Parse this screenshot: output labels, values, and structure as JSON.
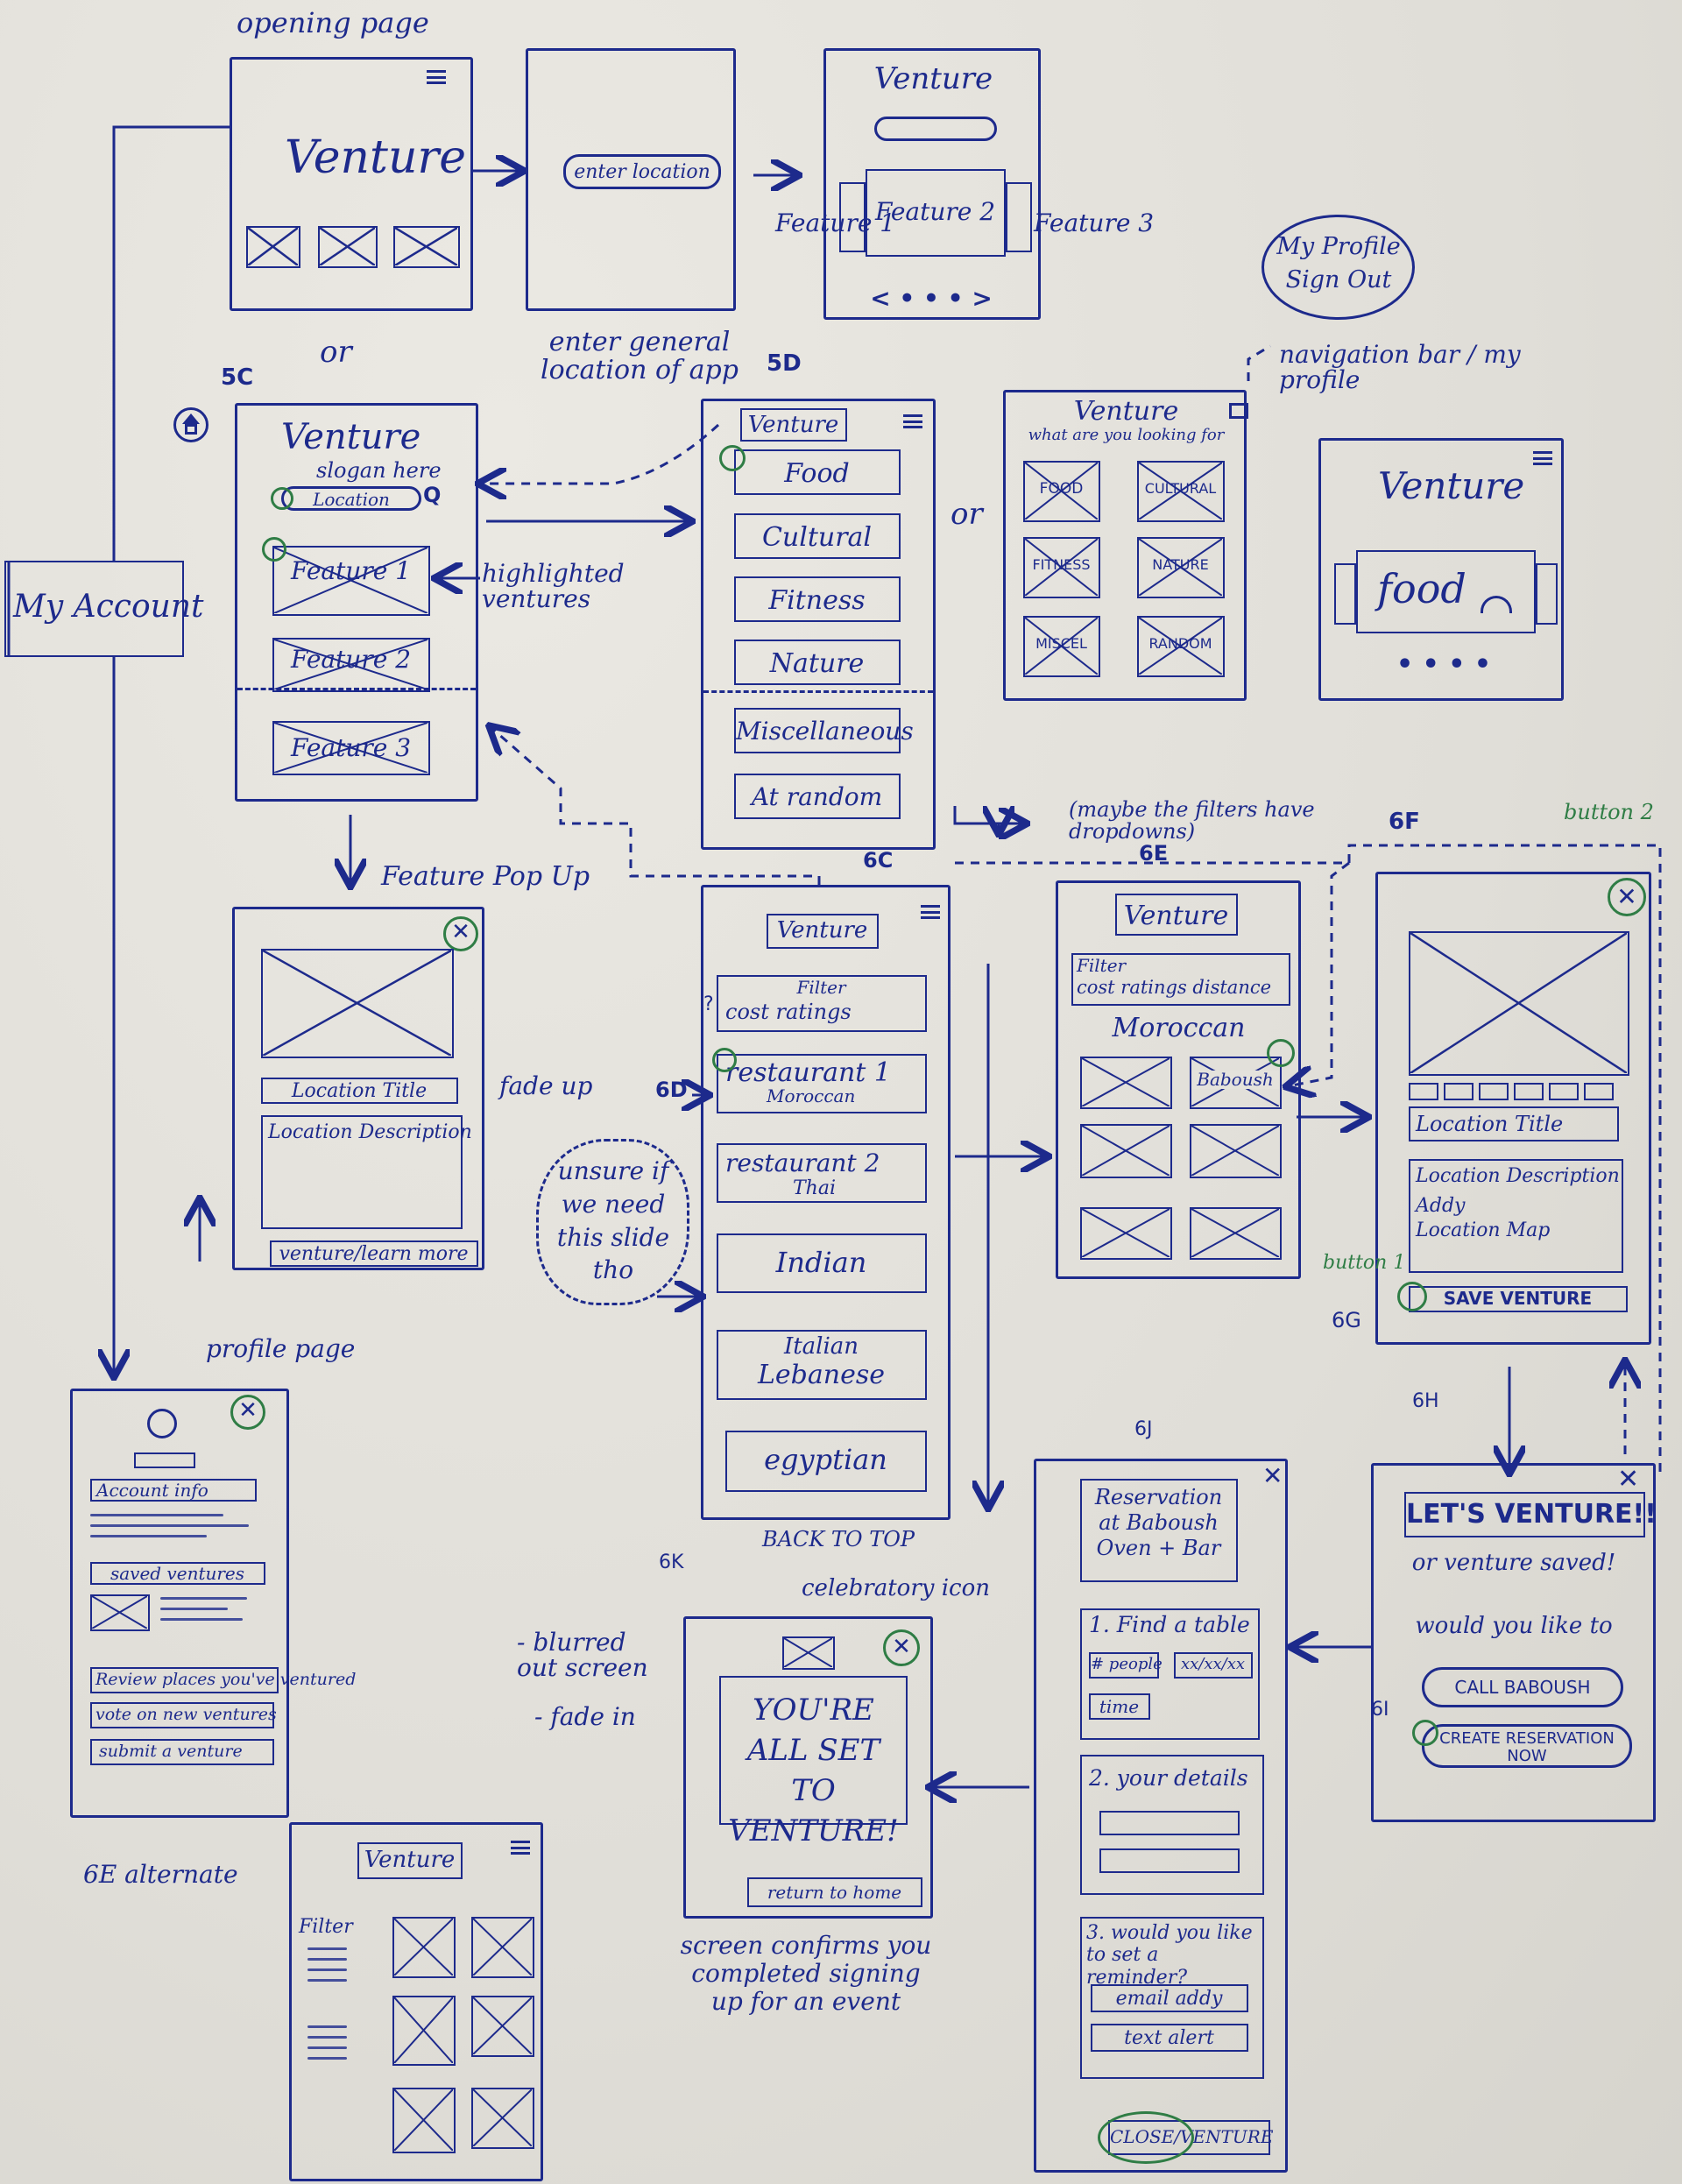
{
  "annotations": {
    "opening_page": "opening page",
    "or_1": "or",
    "enter_general": "enter general location of app",
    "label_5c": "5C",
    "label_5d": "5D",
    "or_2": "or",
    "profile_menu": [
      "My Profile",
      "Sign Out"
    ],
    "navigation_bar": "navigation bar / my profile",
    "highlighted": "highlighted ventures",
    "feature_popup": "Feature Pop Up",
    "fade_up": "fade up",
    "maybe_filters": "(maybe the filters have dropdowns)",
    "label_6c": "6C",
    "label_6e": "6E",
    "label_6f": "6F",
    "button2": "button 2",
    "unsure": "unsure if we need this slide tho",
    "back_to_top": "BACK TO TOP",
    "profile_page": "profile page",
    "alternate_6e": "6E alternate",
    "label_6k": "6K",
    "celebratory": "celebratory icon",
    "blurred": "- blurred out screen",
    "fade_in": "- fade in",
    "screen_confirms": "screen confirms you completed signing up for an event",
    "label_6j": "6J",
    "label_6h": "6H",
    "label_6g": "6G",
    "label_6i": "6I",
    "button1": "button 1",
    "label_6d": "6D",
    "question": "?"
  },
  "my_account": "My Account",
  "opening": {
    "logo": "Venture"
  },
  "enter_location_btn": "enter location",
  "carousel": {
    "title": "Venture",
    "features": [
      "Feature 1",
      "Feature 2",
      "Feature 3"
    ],
    "dots": "< • • • >"
  },
  "home_5c": {
    "logo": "Venture",
    "slogan": "slogan here",
    "location": "Location",
    "features": [
      "Feature 1",
      "Feature 2",
      "Feature 3"
    ]
  },
  "categories_5d": {
    "title": "Venture",
    "items": [
      "Food",
      "Cultural",
      "Fitness",
      "Nature",
      "Miscellaneous",
      "At random"
    ]
  },
  "grid_alt": {
    "title": "Venture",
    "subtitle": "what are you looking for",
    "tiles": [
      "FOOD",
      "CULTURAL",
      "FITNESS",
      "NATURE",
      "MISCEL",
      "RANDOM"
    ]
  },
  "food_carousel": {
    "title": "Venture",
    "card": "food",
    "dots": "• • • •"
  },
  "popup": {
    "location_title": "Location Title",
    "description": "Location Description",
    "footer": "venture/learn more"
  },
  "list_6c": {
    "title": "Venture",
    "filter": "Filter",
    "filter_opts": "cost  ratings",
    "items": [
      {
        "name": "restaurant 1",
        "sub": "Moroccan"
      },
      {
        "name": "restaurant 2",
        "sub": "Thai"
      },
      {
        "name": "Indian",
        "sub": ""
      },
      {
        "name": "Italian",
        "sub": "Lebanese"
      },
      {
        "name": "egyptian",
        "sub": ""
      }
    ]
  },
  "list_6e": {
    "title": "Venture",
    "filter": "Filter",
    "filter_opts": "cost  ratings  distance",
    "heading": "Moroccan",
    "tile_label": "Baboush"
  },
  "detail_6f": {
    "location_title": "Location Title",
    "description": "Location Description",
    "addy": "Addy",
    "map": "Location Map",
    "save": "SAVE VENTURE"
  },
  "profile": {
    "account_info": "Account info",
    "saved": "saved ventures",
    "links": [
      "Review places you've ventured",
      "vote on new ventures",
      "submit a venture"
    ]
  },
  "alt_6e": {
    "title": "Venture",
    "filter": "Filter"
  },
  "confirm_6k": {
    "message": "YOU'RE ALL SET TO VENTURE!",
    "button": "return to home"
  },
  "reservation_6j": {
    "title": "Reservation at Baboush Oven + Bar",
    "step1": "1. Find a table",
    "people": "# people",
    "date": "xx/xx/xx",
    "time": "time",
    "step2": "2. your details",
    "step3": "3. would you like to set a reminder?",
    "email": "email addy",
    "text": "text alert",
    "close": "CLOSE/VENTURE"
  },
  "saved_6h": {
    "title": "LET'S VENTURE!!",
    "subtitle": "or venture saved!",
    "question": "would you like to",
    "call": "CALL BABOUSH",
    "reserve": "CREATE RESERVATION NOW"
  }
}
